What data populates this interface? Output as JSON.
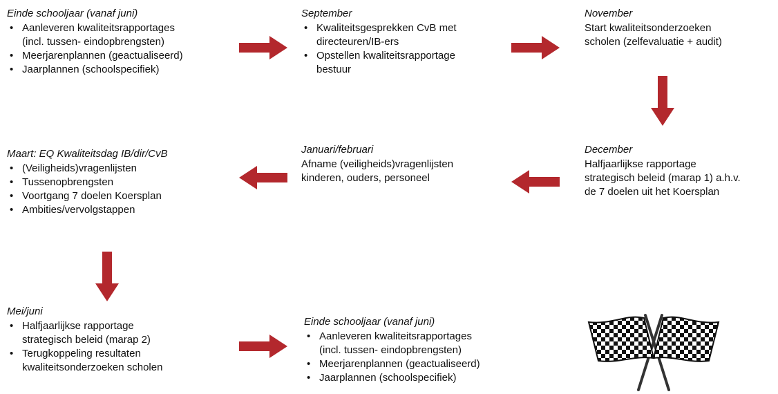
{
  "colors": {
    "arrow": "#b3282d",
    "text": "#111111",
    "spell_underline": "#dd3333"
  },
  "steps": {
    "eind_schooljaar_1": {
      "title": "Einde schooljaar (vanaf juni)",
      "items": [
        "Aanleveren kwaliteitsrapportages",
        "(incl. tussen- eindopbrengsten)",
        "Meerjarenplannen (geactualiseerd)",
        "Jaarplannen (schoolspecifiek)"
      ]
    },
    "september": {
      "title": "September",
      "items": [
        "Kwaliteitsgesprekken CvB met",
        "directeuren/IB-ers",
        "Opstellen kwaliteitsrapportage",
        "bestuur"
      ]
    },
    "november": {
      "title": "November",
      "lines": [
        "Start kwaliteitsonderzoeken",
        "scholen (zelfevaluatie + audit)"
      ]
    },
    "december": {
      "title": "December",
      "lines": [
        "Halfjaarlijkse rapportage",
        "strategisch beleid (marap 1) a.h.v.",
        "de 7 doelen uit het Koersplan"
      ]
    },
    "januari_februari": {
      "title": "Januari/februari",
      "lines": [
        "Afname (veiligheids)vragenlijsten",
        "kinderen, ouders, personeel"
      ]
    },
    "maart": {
      "title": "Maart: EQ Kwaliteitsdag IB/dir/CvB",
      "items": [
        "(Veiligheids)vragenlijsten",
        "Tussenopbrengsten",
        "Voortgang 7 doelen Koersplan",
        "Ambities/vervolgstappen"
      ]
    },
    "mei_juni": {
      "title": "Mei/juni",
      "items": [
        "Halfjaarlijkse rapportage",
        "strategisch beleid (marap 2)",
        "Terugkoppeling resultaten",
        "kwaliteitsonderzoeken scholen"
      ]
    },
    "eind_schooljaar_2": {
      "title": "Einde schooljaar (vanaf juni)",
      "items": [
        "Aanleveren kwaliteitsrapportages",
        "(incl. tussen- eindopbrengsten)",
        "Meerjarenplannen (geactualiseerd)",
        "Jaarplannen (schoolspecifiek)"
      ]
    }
  },
  "icons": {
    "finish": "checkered-flags-icon",
    "arrow": "arrow-icon"
  }
}
